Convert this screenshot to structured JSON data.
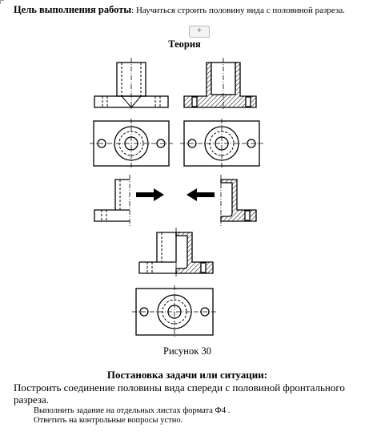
{
  "goal": {
    "label": "Цель выполнения работы",
    "text": ": Научиться строить половину вида с половиной разреза."
  },
  "toolbar": {
    "add_label": "+"
  },
  "theory_heading": "Теория",
  "figure_caption": "Рисунок 30",
  "task": {
    "heading": "Постановка задачи или ситуации:",
    "text": "Построить соединение половины вида спереди с половиной фронтального разреза.",
    "steps": [
      "Выполнить задание на отдельных листах формата Ф4 .",
      "Ответить на контрольные вопросы устно."
    ]
  },
  "colors": {
    "ink": "#000000",
    "button_border": "#b8b8b8",
    "button_bg": "#f3f3f3"
  }
}
